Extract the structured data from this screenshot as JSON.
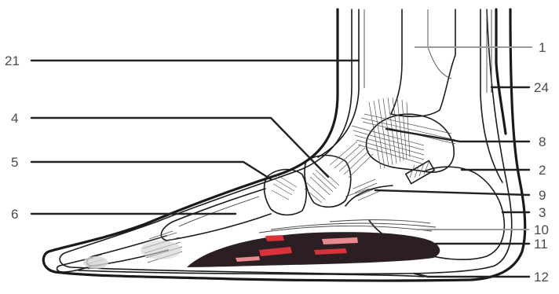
{
  "labels": {
    "l1": "1",
    "l2": "2",
    "l3": "3",
    "l4": "4",
    "l5": "5",
    "l6": "6",
    "l8": "8",
    "l9": "9",
    "l10": "10",
    "l11": "11",
    "l12": "12",
    "l21": "21",
    "l24": "24"
  },
  "colors": {
    "ink": "#1a1a1a",
    "muscle_dark": "#2b1f24",
    "muscle_red": "#d8323a",
    "muscle_pink": "#e88a90",
    "label_text": "#4a4a4a",
    "background": "#ffffff"
  }
}
